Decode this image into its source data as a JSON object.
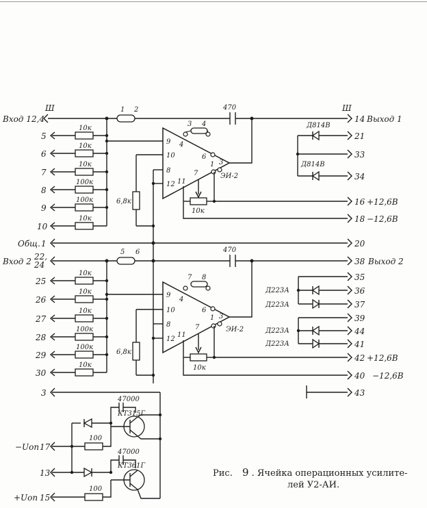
{
  "caption": {
    "prefix": "Рис.",
    "number": "9",
    "line1": ". Ячейка операционных усилите-",
    "line2": "лей У2-АИ."
  },
  "ground_mark": "Ш",
  "amp1": {
    "name": "ЭИ-2",
    "pins": [
      "3",
      "4",
      "9",
      "10",
      "8",
      "12",
      "11",
      "7",
      "1",
      "3",
      "6"
    ],
    "input_label": "Вход 1",
    "input_pins": "2,4",
    "output_pin": "14",
    "output_label": "Выход 1",
    "link_pins": [
      "1",
      "2"
    ],
    "capacitor": "470",
    "feedback_resistor": "6,8к",
    "trim_resistor": "10к",
    "input_resistors": [
      {
        "pin": "5",
        "value": "10к"
      },
      {
        "pin": "6",
        "value": "10к"
      },
      {
        "pin": "7",
        "value": "10к"
      },
      {
        "pin": "8",
        "value": "100к"
      },
      {
        "pin": "9",
        "value": "100к"
      },
      {
        "pin": "10",
        "value": "10к"
      }
    ],
    "supply_pos": {
      "pin": "16",
      "label": "+12,6В"
    },
    "supply_neg": {
      "pin": "18",
      "label": "−12,6В"
    }
  },
  "common": {
    "label": "Общ.",
    "pin_left": "1",
    "pin_right": "20"
  },
  "amp2": {
    "name": "ЭИ-2",
    "pins": [
      "7",
      "8",
      "4",
      "9",
      "10",
      "8",
      "12",
      "11",
      "7",
      "1",
      "3",
      "6"
    ],
    "input_label": "Вход 2",
    "input_pins_top": "22,",
    "input_pins_bottom": "24",
    "output_pin": "38",
    "output_label": "Выход 2",
    "link_pins": [
      "5",
      "6"
    ],
    "capacitor": "470",
    "feedback_resistor": "6,8к",
    "trim_resistor": "10к",
    "input_resistors": [
      {
        "pin": "25",
        "value": "10к"
      },
      {
        "pin": "26",
        "value": "10к"
      },
      {
        "pin": "27",
        "value": "10к"
      },
      {
        "pin": "28",
        "value": "100к"
      },
      {
        "pin": "29",
        "value": "100к"
      },
      {
        "pin": "30",
        "value": "10к"
      }
    ],
    "supply_pos": {
      "pin": "42",
      "label": "+12,6В"
    },
    "supply_neg": {
      "pin": "40",
      "label": "−12,6В"
    }
  },
  "zener": {
    "type1": "Д814В",
    "type2": "Д814В",
    "pins": [
      "21",
      "33",
      "34"
    ]
  },
  "diodes": {
    "type": "Д223А",
    "pins": [
      "35",
      "36",
      "37",
      "39",
      "44",
      "41"
    ]
  },
  "pin_43": "43",
  "reference": {
    "pin_3": "3",
    "cap1": "47000",
    "transistor1": "КТ315Г",
    "resistor1": "100",
    "neg_label": "−Uоп",
    "neg_pin": "17",
    "pin_13": "13",
    "cap2": "47000",
    "transistor2": "КТ361Г",
    "resistor2": "100",
    "pos_label": "+Uоп",
    "pos_pin": "15"
  }
}
